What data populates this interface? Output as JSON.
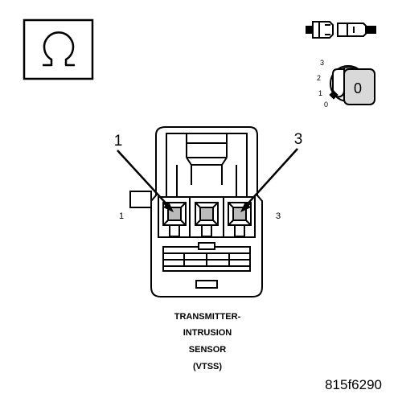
{
  "symbols": {
    "ohm_icon": "ohmmeter-symbol",
    "connector_icon": "disconnected-connector-icon",
    "ignition_icon": "ignition-key-off-icon"
  },
  "ignition": {
    "pos3": "3",
    "pos2": "2",
    "pos1": "1",
    "pos0": "0",
    "key_label": "0"
  },
  "connector": {
    "callout_left": "1",
    "callout_right": "3",
    "pin_left": "1",
    "pin_right": "3"
  },
  "caption": {
    "line1": "TRANSMITTER-",
    "line2": "INTRUSION",
    "line3": "SENSOR",
    "line4": "(VTSS)"
  },
  "figure_id": "815f6290",
  "colors": {
    "ink": "#000000",
    "background": "#ffffff",
    "key_fill": "#d9d9d9",
    "lock_fill": "#eeeeee"
  }
}
